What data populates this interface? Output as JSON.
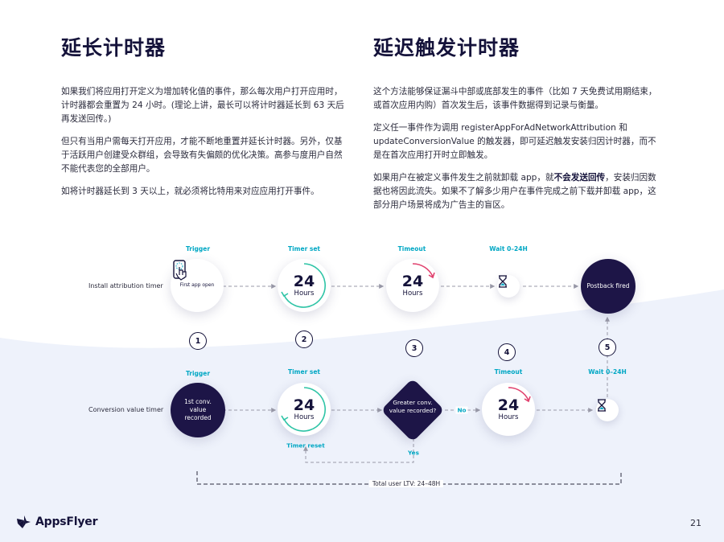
{
  "left": {
    "title": "延长计时器",
    "p1": "如果我们将应用打开定义为增加转化值的事件，那么每次用户打开应用时，计时器都会重置为 24 小时。(理论上讲，最长可以将计时器延长到 63 天后再发送回传。)",
    "p2": "但只有当用户需每天打开应用，才能不断地重置并延长计时器。另外，仅基于活跃用户创建受众群组，会导致有失偏颇的优化决策。高参与度用户自然不能代表您的全部用户。",
    "p3": "如将计时器延长到 3 天以上，就必须将比特用来对应应用打开事件。"
  },
  "right": {
    "title": "延迟触发计时器",
    "p1": "这个方法能够保证漏斗中部或底部发生的事件（比如 7 天免费试用期结束，或首次应用内购）首次发生后，该事件数据得到记录与衡量。",
    "p2": "定义任一事件作为调用 registerAppForAdNetworkAttribution 和 updateConversionValue 的触发器，即可延迟触发安装归因计时器，而不是在首次应用打开时立即触发。",
    "p3_a": "如果用户在被定义事件发生之前就卸载 app，就",
    "p3_b": "不会发送回传",
    "p3_c": "，安装归因数据也将因此流失。如果不了解多少用户在事件完成之前下载并卸载 app，这部分用户场景将成为广告主的盲区。"
  },
  "diagram": {
    "row1_label": "Install attribution timer",
    "row2_label": "Conversion value timer",
    "row1": {
      "trigger_label": "Trigger",
      "timer_set_label": "Timer set",
      "timeout_label": "Timeout",
      "wait_label": "Wait 0–24H",
      "first_app_open": "First app open",
      "hours_value": "24",
      "hours_unit": "Hours",
      "postback": "Postback fired"
    },
    "row2": {
      "trigger_label": "Trigger",
      "timer_set_label": "Timer set",
      "timeout_label": "Timeout",
      "wait_label": "Wait 0–24H",
      "trigger_node": "1st conv. value recorded",
      "hours_value": "24",
      "hours_unit": "Hours",
      "decision": "Greater conv. value recorded?",
      "no_label": "No",
      "yes_label": "Yes",
      "timer_reset_label": "Timer reset",
      "total_ltv": "Total user LTV: 24–48H"
    },
    "steps": [
      "1",
      "2",
      "3",
      "4",
      "5"
    ],
    "accent_color": "#00a7c4",
    "dark_color": "#1d1547",
    "timer_ring_colors": [
      "#2ec4a6",
      "#e0416e"
    ]
  },
  "footer": {
    "brand": "AppsFlyer",
    "page_number": "21"
  }
}
